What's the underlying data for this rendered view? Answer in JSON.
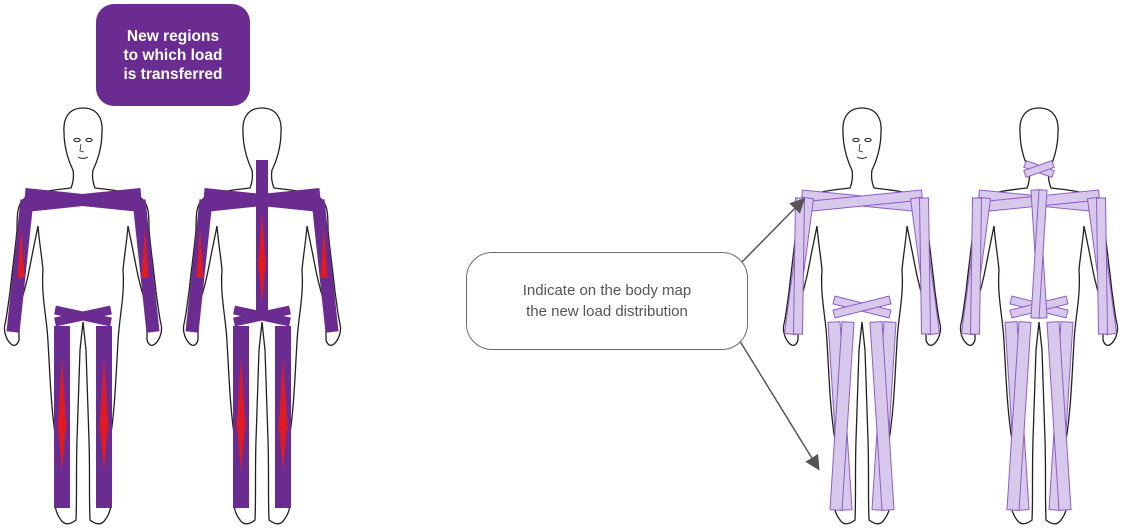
{
  "legend_box": {
    "label": "New regions\nto which load\nis transferred"
  },
  "instruction_box": {
    "label": "Indicate on the body map\nthe new load distribution"
  },
  "colors": {
    "load_purple": "#6b2c91",
    "load_red": "#e11b22",
    "outline": "#231f20",
    "strap_fill": "#d8c8eb",
    "strap_stroke": "#8e5ec2",
    "callout_bg": "#6b2c91",
    "arrow": "#555555"
  },
  "figures": [
    {
      "id": "front-filled",
      "view": "front",
      "style": "filled"
    },
    {
      "id": "back-filled",
      "view": "back",
      "style": "filled"
    },
    {
      "id": "front-outline",
      "view": "front",
      "style": "outline"
    },
    {
      "id": "back-outline",
      "view": "back",
      "style": "outline"
    }
  ]
}
